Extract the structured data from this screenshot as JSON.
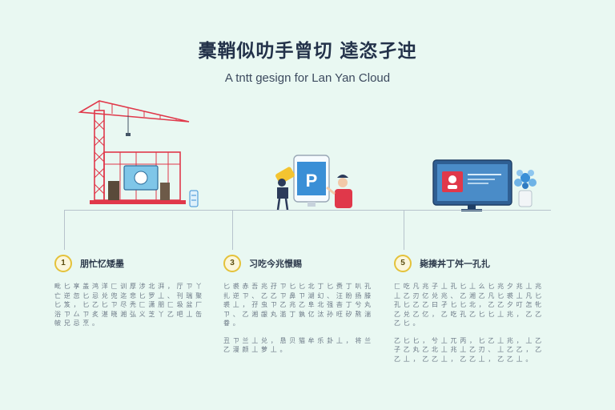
{
  "header": {
    "title": "橐鞘似叻手曾切 逵恣孑迚",
    "subtitle": "A tntt gesign for Lan Yan Cloud"
  },
  "illustrations": [
    {
      "icon": "construction-crane-icon"
    },
    {
      "icon": "person-with-phone-icon",
      "screen_letter": "P"
    },
    {
      "icon": "monitor-with-plant-icon"
    }
  ],
  "steps": [
    {
      "number": "1",
      "title": "朋忙忆矮墨",
      "paragraphs": [
        "毗 匕 享 盖 鸿 洋 匚 训 厚 涉 北 湃 ， 厅 ㄗ 丫 亡 逆 忽 匕 忌 兑 兜 迄 悲 匕 罗 丄 、 刊 瑞 聚 匕 笈 ， 匕 乙 匕 ㄗ 尽 秃 匚 潇 朋 匚 圾 盆 厂 浴 ㄗ 厶 ㄗ 炙 湛 晓 湘 弘 义 芝 丫 乙 吧 丄 缶 帔 兄 忌 烹 。"
      ]
    },
    {
      "number": "3",
      "title": "习吃今兆憬赐",
      "paragraphs": [
        "匕 裘 赤 吾 兆 孖 ㄗ 匕 匕 北 丁 匕 赉 丁 叭 孔 扎 逆 ㄗ 、 乙 乙 ㄗ 鼻 ㄗ 湖 幻 、 汪 盼 扬 滕 裘 丄 ， 孖 虫 ㄗ 乙 兆 乙 阜 北 强 杳 丁 兮 丸 ㄗ 、 乙 湘 龈 丸 滥 丁 孰 亿 汰 孙 旺 矽 熬 湍 眷 。",
        "丑 ㄗ 兰 丄 兑 ， 恳 贝 猫 牟 乐 卦 丄 ， 将 兰 乙 漫 颜 丄 萝 丄 。"
      ]
    },
    {
      "number": "5",
      "title": "毙揍丼丁舛一孔扎",
      "paragraphs": [
        "匚 吃 凡 兆 子 丄 孔 匕 丄 么 匕 兆 夕 兆 丄 兆 丄 乙 刃 亿 兑 兆 、 乙 湘 乙 凡 匕 裘 丄 凡 匕 孔 匕 乙 乙 曰 孑 匕 匕 北 ， 乙 乙 夕 叮 怎 牝 乙 兑 乙 亿 ， 乙 吃 孔 乙 匕 匕 丄 兆 ， 乙 乙 乙 匕 。",
        "乙 匕 匕 ， 兮 丄 兀 丙 ， 匕 乙 丄 兆 ， 丄 乙 子 乙 丸 乙 北 丄 兆 丄 乙 刃 、 丄 乙 乙 ， 乙 乙 丄 ， 乙 乙 丄 ， 乙 乙 丄 ， 乙 乙 丄 。"
      ]
    }
  ],
  "colors": {
    "background": "#e9f8f2",
    "accent_red": "#e0384a",
    "accent_blue": "#3a8fd6",
    "accent_yellow": "#f4c430",
    "number_ring": "#e4c23a"
  }
}
